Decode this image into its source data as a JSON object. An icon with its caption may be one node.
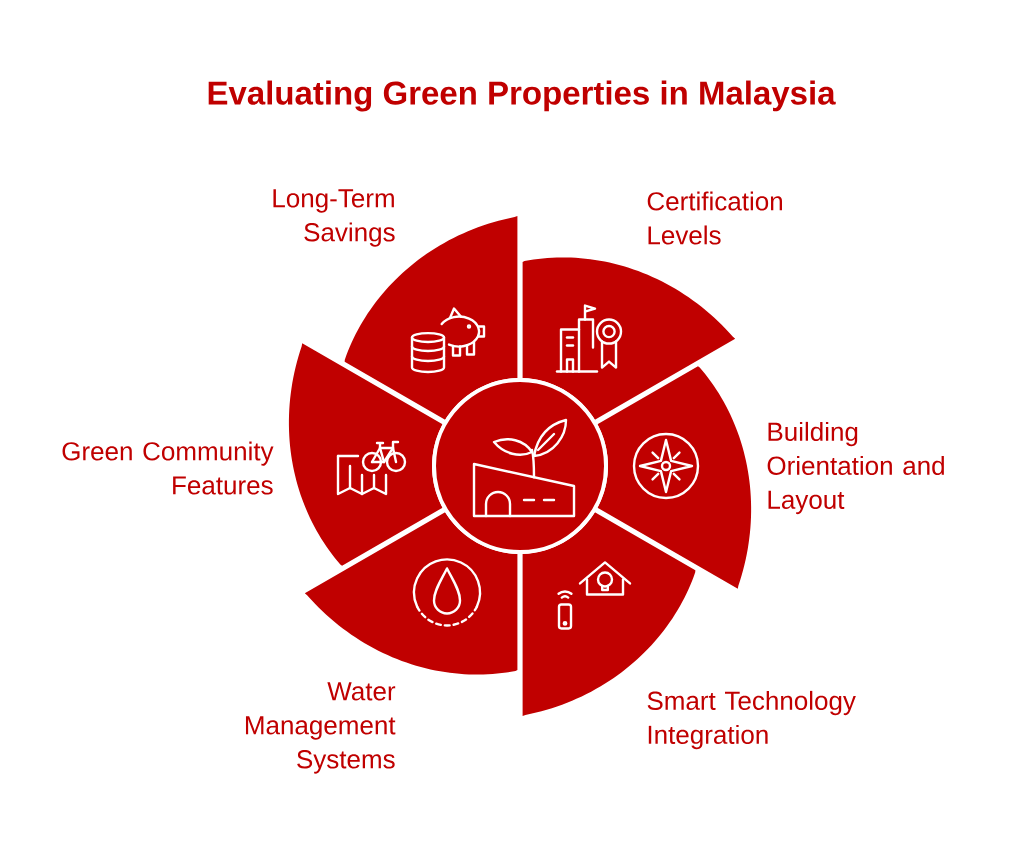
{
  "diagram": {
    "title": "Evaluating Green Properties in Malaysia",
    "nodes": [
      {
        "text": [
          "Long-Term Savings"
        ]
      },
      {
        "text": [
          "Certification Levels"
        ]
      },
      {
        "text": [
          "Building Orientation and Layout"
        ]
      },
      {
        "text": [
          "Smart Technology Integration"
        ]
      },
      {
        "text": [
          "Water Management Systems"
        ]
      },
      {
        "text": [
          "Green Community Features"
        ]
      },
      {
        "text": [],
        "shape": "circle"
      }
    ]
  }
}
